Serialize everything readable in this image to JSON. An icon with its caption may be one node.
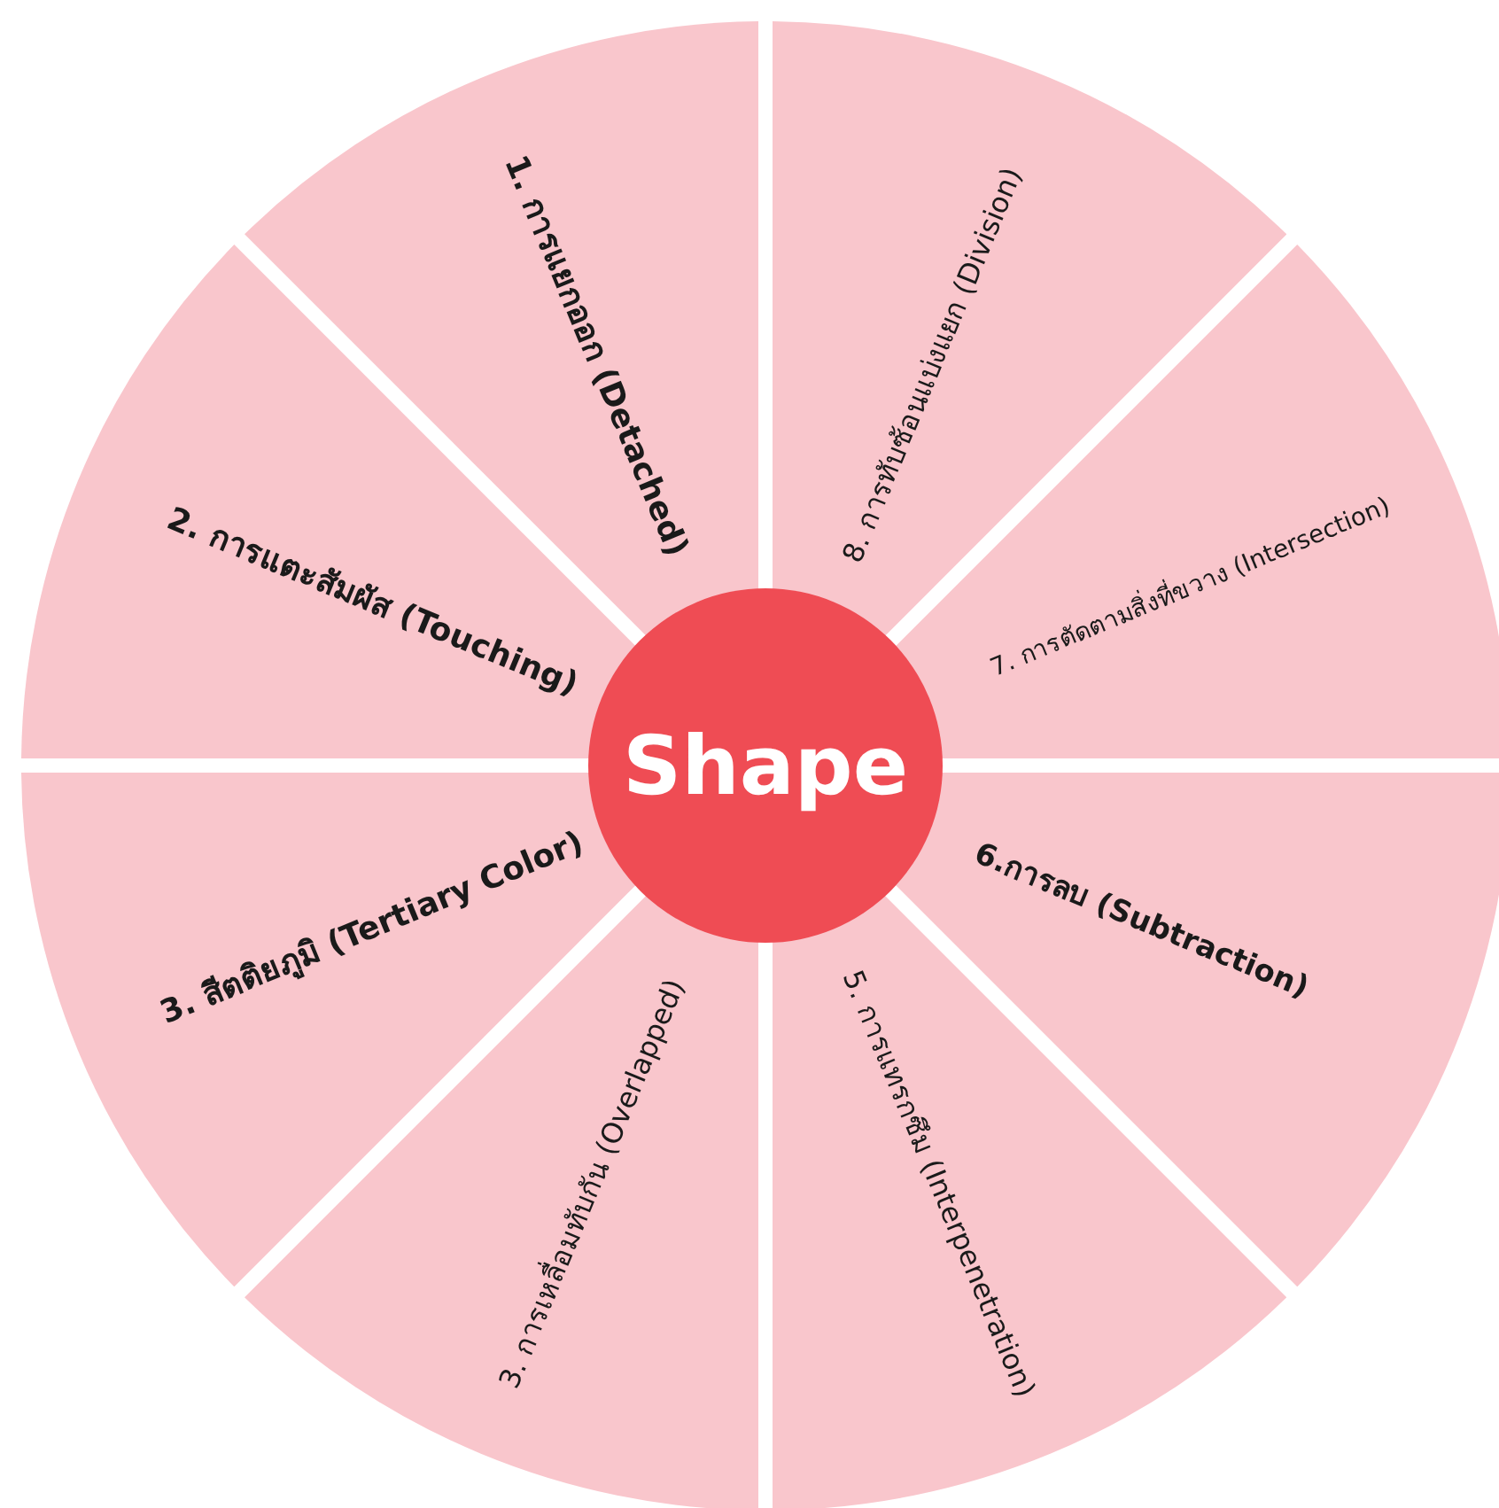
{
  "diagram": {
    "nodes": [
      {
        "text": [
          "Shape"
        ]
      },
      {
        "text": [
          "1. การแยกออก (Detached)"
        ]
      },
      {
        "text": [
          "2. การแตะสัมผัส (Touching)"
        ]
      },
      {
        "text": [
          "3. สีตติยภูมิ (Tertiary Color)"
        ]
      },
      {
        "text": [
          "3. การเหลื่อมทับกัน (Overlapped)"
        ]
      },
      {
        "text": [
          "5. การแทรกซึม (Interpenetration)"
        ]
      },
      {
        "text": [
          "6.การลบ (Subtraction)"
        ]
      },
      {
        "text": [
          "7. การตัดตามสิ่งที่ขวาง (Intersection)"
        ]
      },
      {
        "text": [
          "8. การทับซ้อนแบ่งแยก (Division)"
        ]
      }
    ]
  }
}
